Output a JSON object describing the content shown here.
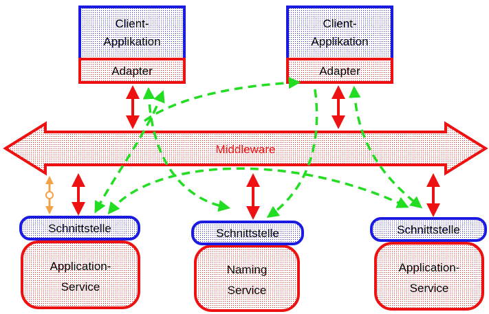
{
  "colors": {
    "blue": "#1a1ae0",
    "red": "#ee1111",
    "green": "#22dd22",
    "orange": "#f4a24a",
    "white": "#ffffff"
  },
  "clients": [
    {
      "title_line1": "Client-",
      "title_line2": "Applikation",
      "adapter": "Adapter"
    },
    {
      "title_line1": "Client-",
      "title_line2": "Applikation",
      "adapter": "Adapter"
    }
  ],
  "middleware": {
    "label": "Middleware"
  },
  "services": [
    {
      "interface": "Schnittstelle",
      "line1": "Application-",
      "line2": "Service"
    },
    {
      "interface": "Schnittstelle",
      "line1": "Naming",
      "line2": "Service"
    },
    {
      "interface": "Schnittstelle",
      "line1": "Application-",
      "line2": "Service"
    }
  ]
}
